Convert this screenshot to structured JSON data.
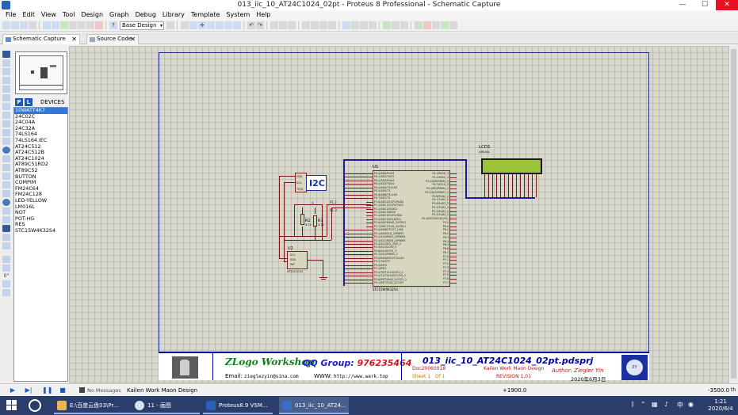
{
  "window": {
    "title": "013_iic_10_AT24C1024_02pt - Proteus 8 Professional - Schematic Capture",
    "minimize": "—",
    "maximize": "☐",
    "close": "✕"
  },
  "menu": [
    "File",
    "Edit",
    "View",
    "Tool",
    "Design",
    "Graph",
    "Debug",
    "Library",
    "Template",
    "System",
    "Help"
  ],
  "toolbar": {
    "design_select": "Base Design"
  },
  "tabs": [
    {
      "label": "Schematic Capture",
      "close": "✕"
    },
    {
      "label": "Source Code",
      "close": "✕"
    }
  ],
  "devices": {
    "p_button": "P",
    "l_button": "L",
    "header": "DEVICES",
    "items": [
      "10WATT4K7",
      "24C02C",
      "24C04A",
      "24C32A",
      "74LS164",
      "74LS164.IEC",
      "AT24C512",
      "AT24C512B",
      "AT24C1024",
      "AT89C51RD2",
      "AT89C52",
      "BUTTON",
      "COMPIM",
      "FM24C64",
      "FM24C128",
      "LED-YELLOW",
      "LM016L",
      "NOT",
      "POT-HG",
      "RES",
      "STC15W4K32S4"
    ],
    "selected_index": 0
  },
  "left_strip": {
    "rotation": "0°"
  },
  "schematic": {
    "u1_ref": "U1",
    "u1_part": "STC15W4K32S4",
    "u1_pins_left": [
      "P0.0/AD0/RxD3",
      "P0.1/AD1/TxD3",
      "P0.2/AD2/RxD4",
      "P0.3/AD3/TxD4",
      "P0.4/AD4/T3CLKO",
      "P0.5/AD5/T3",
      "P0.6/AD6/T4CLKO",
      "P0.7/AD7/T4",
      "P1.0/ADC0/CCP1/RxD2",
      "P1.1/ADC1/CCP0/TxD2",
      "P1.2/ADC2/SS/ECI",
      "P1.3/ADC3/MOSI",
      "P1.4/ADC4/CCP3/SDA",
      "P1.5/ADC5/SCLK/SCL",
      "P1.6/ADC6/RxD_3/XTAL2",
      "P1.7/ADC7/TxD_3/XTAL1",
      "P2.0/A8/RSTOUT_LOW",
      "P2.1/A9/SCLK_2/PWM3",
      "P2.2/A10/MISO_2/PWM4",
      "P2.3/A11/MOSI_2/PWM5",
      "P2.4/A12/ECI_3/SS_2",
      "P2.5/A13/CCP0_3",
      "P2.6/A14/CCP1_3",
      "P2.7/A15/PWM2_2",
      "P3.0/RxD/INT4/T2CLKO",
      "P3.1/TxD/T2",
      "P3.2/INT0",
      "P3.3/INT1",
      "P3.4/T0/T1CLKO/ECI_2",
      "P3.5/T1/T0CLKO/CCP0_2",
      "P3.6/INT2/RxD_2/CCP1_2",
      "P3.7/INT3/TxD_2/CCP2"
    ],
    "u1_pins_right": [
      "P4.0/MOSI_3",
      "P4.1/MISO_3",
      "P4.2/WR/PWM5_2",
      "P4.3/SCLK_3",
      "P4.4/RD/PWM4_2",
      "P4.5/ALE/PWM3_2",
      "P4.6/RxD2_2",
      "P4.7/TxD2_2",
      "P5.0/RxD3_2",
      "P5.1/TxD3_2",
      "P5.2/RxD4_2",
      "P5.3/TxD4_2",
      "P5.4/RST/MCLKO/SS_3",
      "P5.5",
      "P6.0",
      "P6.1",
      "P6.2",
      "P6.3",
      "P6.4",
      "P6.5",
      "P6.6",
      "P6.7",
      "P7.0",
      "P7.1",
      "P7.2",
      "P7.3",
      "P7.4",
      "P7.5",
      "P7.6",
      "P7.7"
    ],
    "lcd_ref": "LCD1",
    "lcd_part": "LM016L",
    "i2c_label": "I2C",
    "i2c_pins": [
      "SDA",
      "SCL",
      "TRIG"
    ],
    "r2_ref": "R2",
    "r2_val": "4.7k",
    "r1_ref": "R1",
    "r1_val": "4.7k",
    "u2_ref": "U2",
    "u2_part": "AT24C1024",
    "u2_pins": [
      "SCL",
      "SDA",
      "WP"
    ],
    "net_p12": "P1.2",
    "net_p13": "P1.3"
  },
  "title_block": {
    "brand": "ZLogo Workshop",
    "qq_label": "QQ Group:",
    "qq_number": "976235464",
    "email_label": "Email:",
    "email": "zieglezyin@sina.com",
    "www_label": "WWW:",
    "www": "http://www.wark.top",
    "project": "013_iic_10_AT24C1024_02pt.pdsprj",
    "doc": "Doc20060018",
    "company": "Kailen Work Maon Design",
    "sheet_label": "Sheet",
    "sheet_num": "1",
    "of_label": "Of",
    "of_num": "1",
    "revision": "REVISION 1.01",
    "author_label": "Author:",
    "author": "Ziegler Yin",
    "date": "2020年6月3日",
    "logo_text": "ZY"
  },
  "status": {
    "messages": "No Messages",
    "description": "Kailen Work Maon Design",
    "x": "+1900.0",
    "y": "-3500.0",
    "unit": "th"
  },
  "taskbar": {
    "tasks": [
      "E:\\百度云盘03\\Pr...",
      "11 - 画图",
      "Proteus8.9 VSM...",
      "013_iic_10_AT24..."
    ],
    "tray_lang": "中",
    "clock_time": "1:21",
    "clock_date": "2020/6/4"
  },
  "colors": {
    "wire": "#7a1515",
    "bus": "#1b1ba0",
    "sheet_border": "#1f2e8a",
    "selected": "#3478d6",
    "lcd_screen": "#9dc33a",
    "taskbar": "#2b3e6b"
  }
}
